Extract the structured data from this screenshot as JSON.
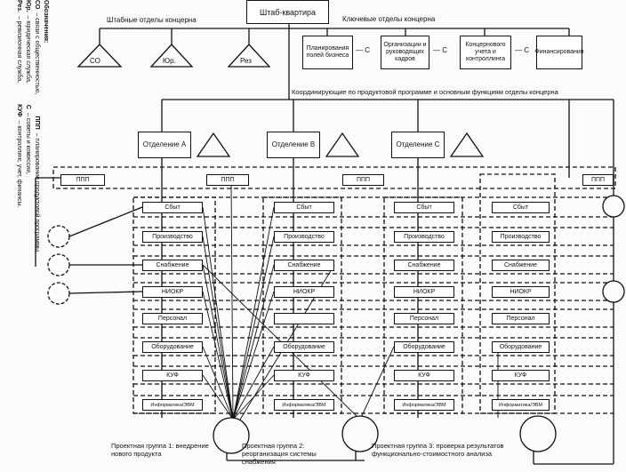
{
  "legend": {
    "title": "Обозначения:",
    "items": [
      {
        "abbr": "СО",
        "text": "– связи с общественностью,"
      },
      {
        "abbr": "Юр.",
        "text": "– юридическая служба,"
      },
      {
        "abbr": "Рез.",
        "text": "– ревизионная служба,"
      },
      {
        "abbr": "ППП",
        "text": "– планирование продуктовой программы,"
      },
      {
        "abbr": "С",
        "text": "– советы и комиссии,"
      },
      {
        "abbr": "КУФ",
        "text": "– контроллинг, учет, финансы."
      }
    ]
  },
  "hq": "Штаб-квартира",
  "staff": {
    "label": "Штабные отделы концерна",
    "units": [
      "СО",
      "Юр.",
      "Рез"
    ]
  },
  "key": {
    "label": "Ключевые отделы концерна",
    "units": [
      "Планирования полей бизнеса",
      "Организации и руководящих кадров",
      "Концернового учета и контроллинга",
      "Финансирования"
    ],
    "c": "С"
  },
  "coord_label": "Координирующие по продуктовой программе и основным функциям отделы концерна",
  "divisions": [
    "Отделение А",
    "Отделение B",
    "Отделение C"
  ],
  "ppp": "ППП",
  "functions": {
    "a": [
      "Сбыт",
      "Производство",
      "Снабжение",
      "НИОКР",
      "Персонал",
      "Оборудование",
      "КУФ",
      "Информатика/ЭВМ"
    ],
    "b": [
      "Сбыт",
      "Производство",
      "Снабжение",
      "НИОКР",
      "",
      "Оборудование",
      "КУФ",
      "Информатика/ЭВМ"
    ],
    "c": [
      "Сбыт",
      "Производство",
      "Снабжение",
      "НИОКР",
      "Персонал",
      "Оборудование",
      "КУФ",
      "Информатика/ЭВМ"
    ],
    "d": [
      "Сбыт",
      "Производство",
      "Снабжение",
      "НИОКР",
      "Персонал",
      "Оборудование",
      "КУФ",
      "Информатика/ЭВМ"
    ]
  },
  "projects": [
    "Проектная группа 1: внедрение нового продукта",
    "Проектная группа 2: реорганизация системы снабжения",
    "Проектная группа 3: проверка результатов функционально-стоимостного анализа"
  ]
}
